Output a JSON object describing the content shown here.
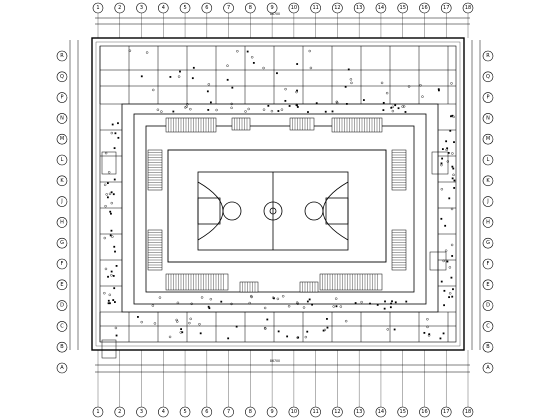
{
  "drawing": {
    "top_dimension_total": "86700",
    "bottom_dimension_total": "86700",
    "court_label": "",
    "axis_x_labels": [
      "1",
      "2",
      "3",
      "4",
      "5",
      "6",
      "7",
      "8",
      "9",
      "10",
      "11",
      "12",
      "13",
      "14",
      "15",
      "16",
      "17",
      "18"
    ],
    "axis_y_labels": [
      "A",
      "B",
      "C",
      "D",
      "E",
      "F",
      "G",
      "H",
      "J",
      "K",
      "L",
      "M",
      "N",
      "P",
      "Q",
      "R"
    ],
    "colors": {
      "line": "#000000",
      "background": "#ffffff",
      "court_fill": "#ffffff"
    }
  }
}
